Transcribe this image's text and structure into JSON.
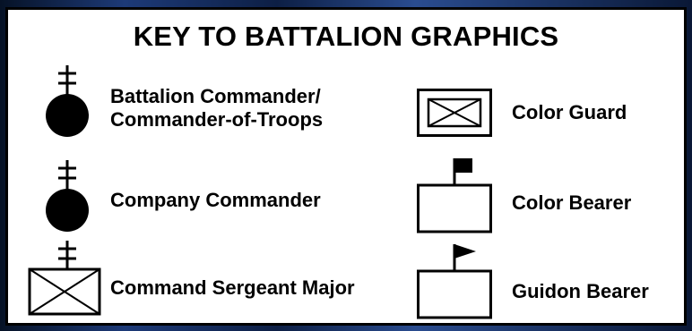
{
  "key": {
    "title": "KEY TO BATTALION GRAPHICS",
    "items": [
      {
        "symbol": "commander-circle-flagstaff-icon",
        "label_lines": [
          "Battalion Commander/",
          "Commander-of-Troops"
        ]
      },
      {
        "symbol": "commander-circle-flagstaff-icon",
        "label_lines": [
          "Company Commander"
        ]
      },
      {
        "symbol": "sergeant-major-x-box-icon",
        "label_lines": [
          "Command Sergeant Major"
        ]
      },
      {
        "symbol": "color-guard-x-box-icon",
        "label_lines": [
          "Color Guard"
        ]
      },
      {
        "symbol": "color-bearer-flag-box-icon",
        "label_lines": [
          "Color Bearer"
        ]
      },
      {
        "symbol": "guidon-bearer-pennant-box-icon",
        "label_lines": [
          "Guidon Bearer"
        ]
      }
    ]
  },
  "colors": {
    "panel": "#ffffff",
    "ink": "#000000",
    "background": "#0b1a3a"
  }
}
